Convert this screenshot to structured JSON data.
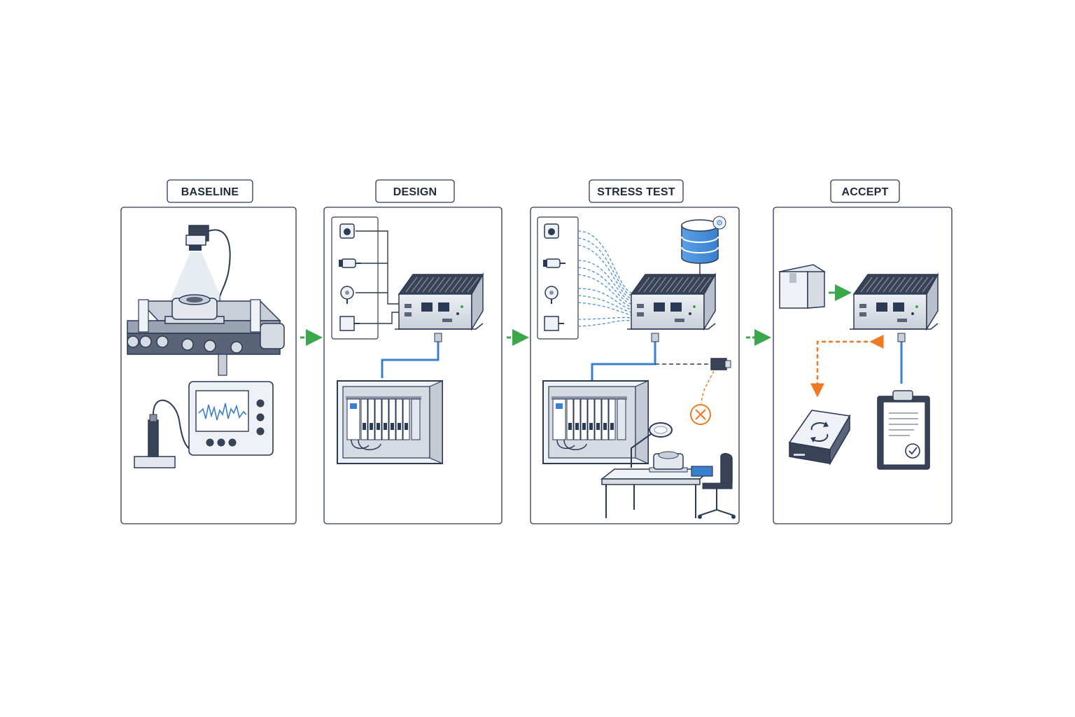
{
  "stages": [
    {
      "id": "baseline",
      "label": "BASELINE"
    },
    {
      "id": "design",
      "label": "DESIGN"
    },
    {
      "id": "stress",
      "label": "STRESS TEST"
    },
    {
      "id": "accept",
      "label": "ACCEPT"
    }
  ],
  "icons": {
    "camera": "industrial-camera-icon",
    "conveyor": "conveyor-belt-icon",
    "sensor": "vibration-sensor-icon",
    "monitor": "waveform-monitor-icon",
    "gateway": "edge-gateway-icon",
    "cabinet": "plc-cabinet-icon",
    "database": "database-icon",
    "disconnect": "disconnect-error-icon",
    "package": "package-icon",
    "drive": "backup-drive-icon",
    "clipboard": "signed-checklist-icon"
  },
  "colors": {
    "frame": "#2b3a55",
    "flow_arrow": "#3aa84a",
    "alert": "#f07a22",
    "data_line": "#4a90d9",
    "panel_fill": "#ffffff",
    "metal": "#d7dce3"
  }
}
